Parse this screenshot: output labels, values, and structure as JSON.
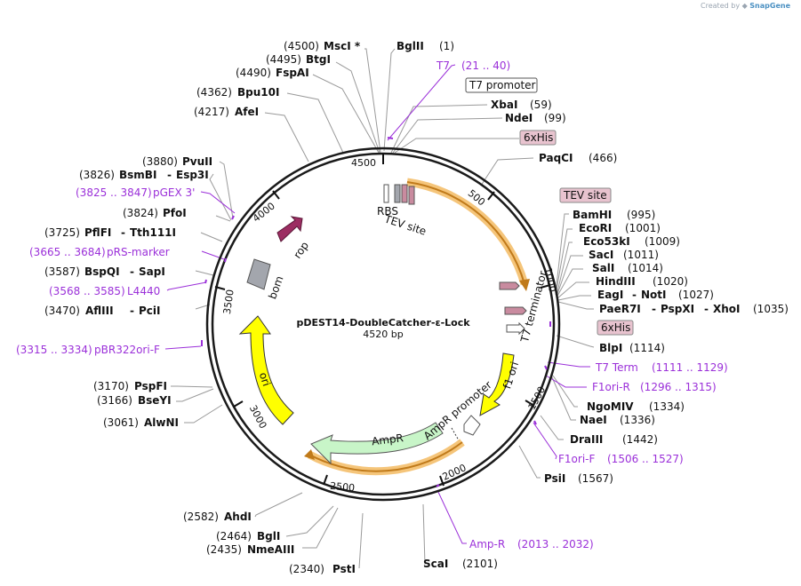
{
  "watermark": {
    "prefix": "Created by",
    "brand": "SnapGene"
  },
  "plasmid": {
    "name": "pDEST14-DoubleCatcher-ε-Lock",
    "length_label": "4520 bp",
    "length": 4520
  },
  "ticks": [
    "500",
    "1000",
    "1500",
    "2000",
    "2500",
    "3000",
    "3500",
    "4000",
    "4500"
  ],
  "features": {
    "rop": "rop",
    "bom": "bom",
    "ori": "ori",
    "ampr": "AmpR",
    "ampr_promoter": "AmpR promoter",
    "f1_ori": "f1 ori",
    "t7_terminator": "T7 terminator",
    "rbs": "RBS",
    "tev_site": "TEV site"
  },
  "boxed_labels": {
    "t7_promoter": "T7 promoter",
    "his_tag_1": "6xHis",
    "tev_site": "TEV site",
    "his_tag_2": "6xHis"
  },
  "sites": [
    {
      "name": "MscI *",
      "pos": "(4500)"
    },
    {
      "name": "BglII",
      "pos": "(1)"
    },
    {
      "name": "BtgI",
      "pos": "(4495)"
    },
    {
      "name": "FspAI",
      "pos": "(4490)"
    },
    {
      "name": "Bpu10I",
      "pos": "(4362)"
    },
    {
      "name": "AfeI",
      "pos": "(4217)"
    },
    {
      "name": "XbaI",
      "pos": "(59)"
    },
    {
      "name": "NdeI",
      "pos": "(99)"
    },
    {
      "name": "PaqCI",
      "pos": "(466)"
    },
    {
      "name": "PvuII",
      "pos": "(3880)"
    },
    {
      "name": "BsmBI",
      "name2": "Esp3I",
      "pos": "(3826)"
    },
    {
      "name": "PfoI",
      "pos": "(3824)"
    },
    {
      "name": "PflFI",
      "name2": "Tth111I",
      "pos": "(3725)"
    },
    {
      "name": "BspQI",
      "name2": "SapI",
      "pos": "(3587)"
    },
    {
      "name": "AflIII",
      "name2": "PciI",
      "pos": "(3470)"
    },
    {
      "name": "BamHI",
      "pos": "(995)"
    },
    {
      "name": "EcoRI",
      "pos": "(1001)"
    },
    {
      "name": "Eco53kI",
      "pos": "(1009)"
    },
    {
      "name": "SacI",
      "pos": "(1011)"
    },
    {
      "name": "SalI",
      "pos": "(1014)"
    },
    {
      "name": "HindIII",
      "pos": "(1020)"
    },
    {
      "name": "EagI",
      "name2": "NotI",
      "pos": "(1027)"
    },
    {
      "name": "PaeR7I",
      "name2": "PspXI",
      "name3": "XhoI",
      "pos": "(1035)"
    },
    {
      "name": "BlpI",
      "pos": "(1114)"
    },
    {
      "name": "NgoMIV",
      "pos": "(1334)"
    },
    {
      "name": "NaeI",
      "pos": "(1336)"
    },
    {
      "name": "DraIII",
      "pos": "(1442)"
    },
    {
      "name": "PsiI",
      "pos": "(1567)"
    },
    {
      "name": "ScaI",
      "pos": "(2101)"
    },
    {
      "name": "PstI",
      "pos": "(2340)"
    },
    {
      "name": "NmeAIII",
      "pos": "(2435)"
    },
    {
      "name": "BglI",
      "pos": "(2464)"
    },
    {
      "name": "AhdI",
      "pos": "(2582)"
    },
    {
      "name": "AlwNI",
      "pos": "(3061)"
    },
    {
      "name": "BseYI",
      "pos": "(3166)"
    },
    {
      "name": "PspFI",
      "pos": "(3170)"
    }
  ],
  "primers": [
    {
      "name": "T7",
      "range": "(21 .. 40)"
    },
    {
      "name": "pGEX 3'",
      "range": "(3825 .. 3847)"
    },
    {
      "name": "pRS-marker",
      "range": "(3665 .. 3684)"
    },
    {
      "name": "L4440",
      "range": "(3568 .. 3585)"
    },
    {
      "name": "pBR322ori-F",
      "range": "(3315 .. 3334)"
    },
    {
      "name": "T7 Term",
      "range": "(1111 .. 1129)"
    },
    {
      "name": "F1ori-R",
      "range": "(1296 .. 1315)"
    },
    {
      "name": "F1ori-F",
      "range": "(1506 .. 1527)"
    },
    {
      "name": "Amp-R",
      "range": "(2013 .. 2032)"
    }
  ],
  "colors": {
    "backbone": "#1a1a1a",
    "rop": "#9c2d62",
    "bom": "#a3a6ad",
    "ori": "#ffff00",
    "ampr": "#c8f5c8",
    "orf_highlight": "#f5c57a",
    "primer": "#9b30d9",
    "boxed_fill": "#e8c3cf"
  }
}
